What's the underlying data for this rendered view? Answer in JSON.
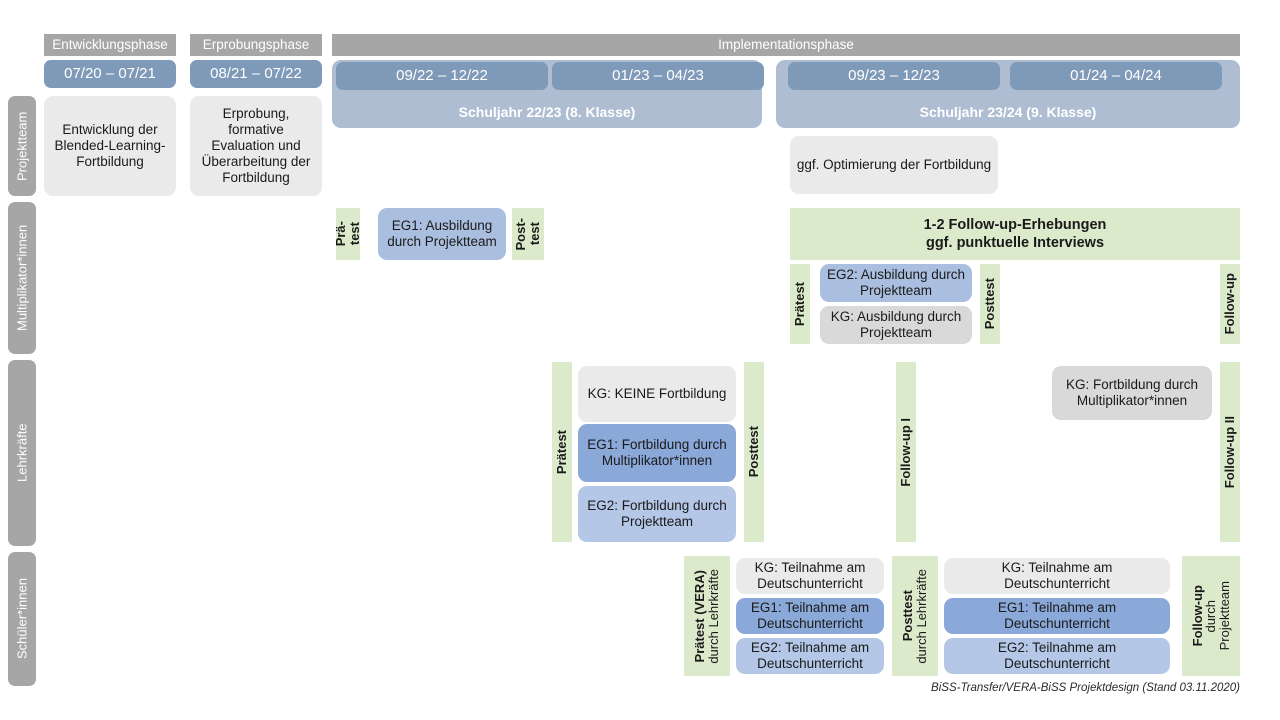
{
  "figure": {
    "footer_note": "BiSS-Transfer/VERA-BiSS Projektdesign (Stand 03.11.2020)"
  },
  "colors": {
    "phase_bar": "#a6a6a6",
    "date_chip": "#7f99b8",
    "year_band": "#aebdd2",
    "role_label": "#a6a6a6",
    "grey_light": "#eaeaea",
    "grey_mid": "#d9d9d9",
    "blue_mid": "#aabfdf",
    "blue_dark": "#8aa8d8",
    "blue_light": "#b4c7e7",
    "green": "#dbeacb"
  },
  "phases": [
    {
      "label": "Entwicklungsphase"
    },
    {
      "label": "Erprobungsphase"
    },
    {
      "label": "Implementationsphase"
    }
  ],
  "periods": [
    {
      "label": "07/20 – 07/21"
    },
    {
      "label": "08/21 – 07/22"
    },
    {
      "label": "09/22 – 12/22"
    },
    {
      "label": "01/23 – 04/23"
    },
    {
      "label": "09/23 – 12/23"
    },
    {
      "label": "01/24 – 04/24"
    }
  ],
  "school_years": [
    {
      "label": "Schuljahr 22/23 (8. Klasse)"
    },
    {
      "label": "Schuljahr 23/24 (9. Klasse)"
    }
  ],
  "roles": [
    {
      "label": "Projektteam"
    },
    {
      "label": "Multiplikator*innen"
    },
    {
      "label": "Lehrkräfte"
    },
    {
      "label": "Schüler*innen"
    }
  ],
  "projektteam": {
    "entwicklung": "Entwicklung der Blended-Learning-Fortbildung",
    "erprobung": "Erprobung, formative Evaluation und Überarbeitung der Fortbildung",
    "optimierung": "ggf. Optimierung der Fortbildung"
  },
  "multiplikatoren": {
    "praetest_line1": "Prä-",
    "praetest_line2": "test",
    "posttest_line1": "Post-",
    "posttest_line2": "test",
    "eg1": "EG1: Ausbildung durch Projektteam",
    "followup_banner_line1": "1-2 Follow-up-Erhebungen",
    "followup_banner_line2": "ggf. punktuelle Interviews",
    "praetest2": "Prätest",
    "posttest2": "Posttest",
    "eg2": "EG2: Ausbildung durch Projektteam",
    "kg": "KG: Ausbildung durch Projektteam",
    "followup": "Follow-up"
  },
  "lehrkraefte": {
    "praetest": "Prätest",
    "posttest": "Posttest",
    "followup_1": "Follow-up I",
    "followup_2": "Follow-up II",
    "kg_keine": "KG:  KEINE Fortbildung",
    "eg1": "EG1: Fortbildung durch Multiplikator*innen",
    "eg2": "EG2: Fortbildung durch Projektteam",
    "kg_fortbildung": "KG: Fortbildung durch Multiplikator*innen"
  },
  "schueler": {
    "praetest_main": "Prätest (VERA)",
    "praetest_sub": "durch Lehrkräfte",
    "posttest_main": "Posttest",
    "posttest_sub": "durch Lehrkräfte",
    "followup_main": "Follow-up",
    "followup_sub1": "durch",
    "followup_sub2": "Projektteam",
    "kg": "KG: Teilnahme am Deutschunterricht",
    "eg1": "EG1: Teilnahme am Deutschunterricht",
    "eg2": "EG2: Teilnahme am Deutschunterricht"
  }
}
